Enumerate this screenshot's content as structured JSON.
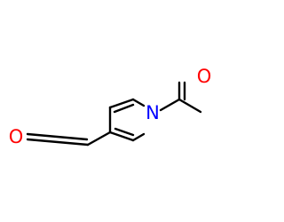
{
  "molecule": {
    "atoms": [
      {
        "id": "N1",
        "label": "N",
        "color": "#0000ff"
      },
      {
        "id": "O_acetyl",
        "label": "O",
        "color": "#ff0000"
      },
      {
        "id": "O_aldehyde",
        "label": "O",
        "color": "#ff0000"
      }
    ]
  },
  "colors": {
    "bond": "#000000",
    "nitrogen": "#0000ff",
    "oxygen": "#ff0000",
    "background": "#ffffff"
  }
}
